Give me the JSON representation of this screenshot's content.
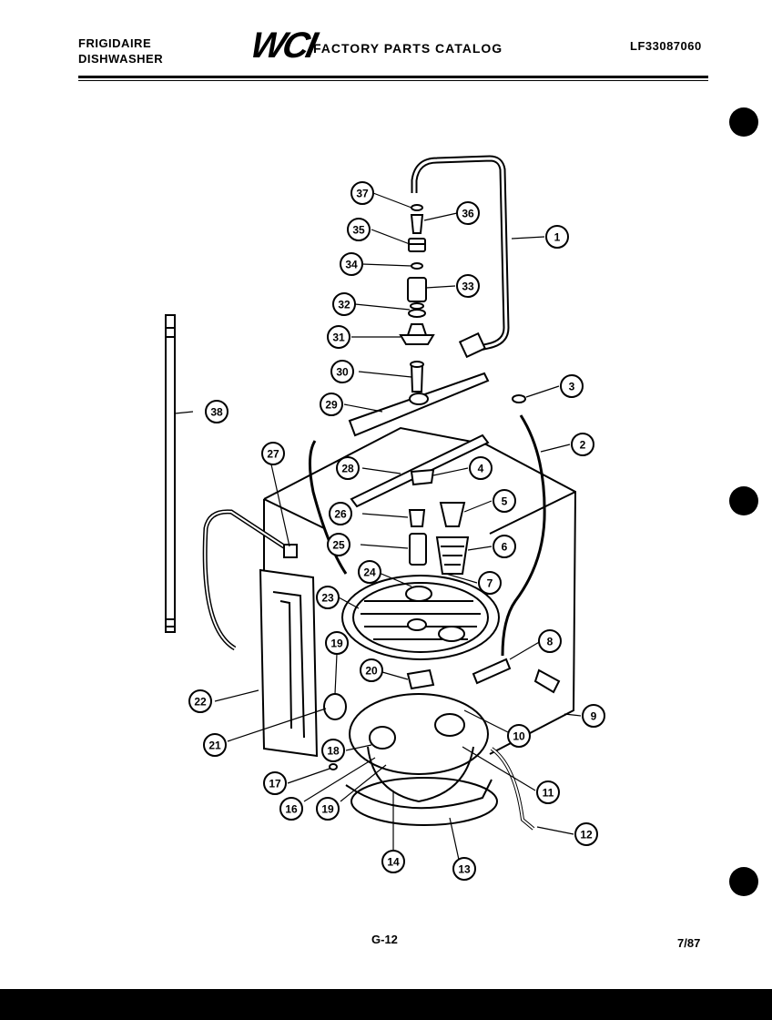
{
  "header": {
    "brand_line1": "FRIGIDAIRE",
    "brand_line2": "DISHWASHER",
    "logo_text": "WCI",
    "catalog_title": "FACTORY PARTS CATALOG",
    "model_number": "LF33087060"
  },
  "footer": {
    "page_number": "G-12",
    "date": "7/87"
  },
  "callouts": [
    "1",
    "2",
    "3",
    "4",
    "5",
    "6",
    "7",
    "8",
    "9",
    "10",
    "11",
    "12",
    "13",
    "14",
    "16",
    "17",
    "18",
    "19",
    "19",
    "20",
    "21",
    "22",
    "23",
    "24",
    "25",
    "26",
    "27",
    "28",
    "29",
    "30",
    "31",
    "32",
    "33",
    "34",
    "35",
    "36",
    "37",
    "38"
  ],
  "colors": {
    "ink": "#000000",
    "paper": "#ffffff"
  }
}
